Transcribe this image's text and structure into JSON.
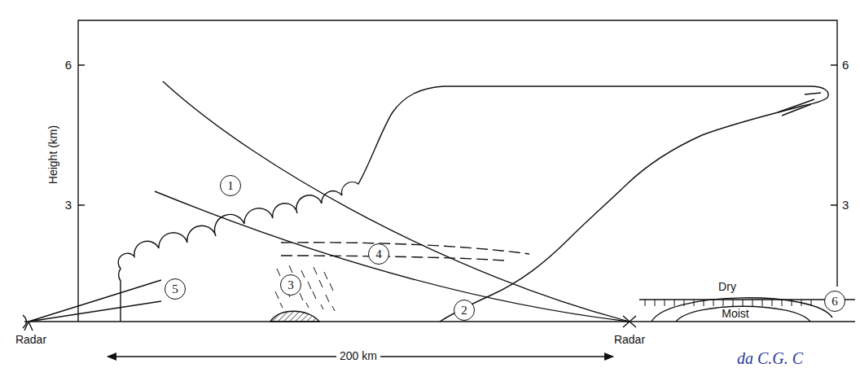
{
  "diagram": {
    "nodes": [
      {
        "text": [
          "1"
        ]
      },
      {
        "text": [
          "2"
        ]
      },
      {
        "text": [
          "3"
        ]
      },
      {
        "text": [
          "4"
        ]
      },
      {
        "text": [
          "5"
        ]
      },
      {
        "text": [
          "6"
        ]
      }
    ],
    "labels": [
      "Height (km)",
      "6",
      "3",
      "6",
      "3",
      "Dry",
      "Moist",
      "Radar",
      "200 km",
      "Radar",
      "da C.G. C"
    ]
  }
}
